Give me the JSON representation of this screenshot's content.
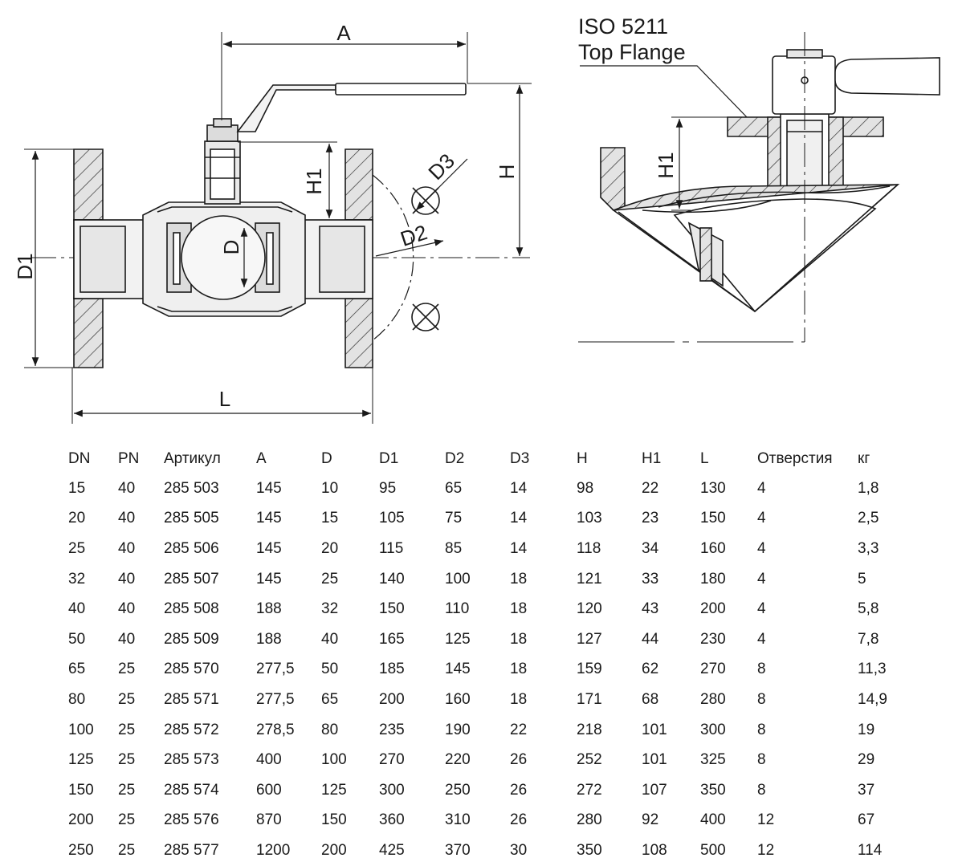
{
  "drawing": {
    "labels": {
      "A": "A",
      "H": "H",
      "H1": "H1",
      "D1": "D1",
      "D": "D",
      "D2": "D2",
      "D3": "D3",
      "L": "L",
      "detail_H1": "H1",
      "iso_line1": "ISO 5211",
      "iso_line2": "Top Flange"
    }
  },
  "table": {
    "headers": [
      "DN",
      "PN",
      "Артикул",
      "A",
      "D",
      "D1",
      "D2",
      "D3",
      "H",
      "H1",
      "L",
      "Отверстия",
      "кг"
    ],
    "rows": [
      [
        "15",
        "40",
        "285 503",
        "145",
        "10",
        "95",
        "65",
        "14",
        "98",
        "22",
        "130",
        "4",
        "1,8"
      ],
      [
        "20",
        "40",
        "285 505",
        "145",
        "15",
        "105",
        "75",
        "14",
        "103",
        "23",
        "150",
        "4",
        "2,5"
      ],
      [
        "25",
        "40",
        "285 506",
        "145",
        "20",
        "115",
        "85",
        "14",
        "118",
        "34",
        "160",
        "4",
        "3,3"
      ],
      [
        "32",
        "40",
        "285 507",
        "145",
        "25",
        "140",
        "100",
        "18",
        "121",
        "33",
        "180",
        "4",
        "5"
      ],
      [
        "40",
        "40",
        "285 508",
        "188",
        "32",
        "150",
        "110",
        "18",
        "120",
        "43",
        "200",
        "4",
        "5,8"
      ],
      [
        "50",
        "40",
        "285 509",
        "188",
        "40",
        "165",
        "125",
        "18",
        "127",
        "44",
        "230",
        "4",
        "7,8"
      ],
      [
        "65",
        "25",
        "285 570",
        "277,5",
        "50",
        "185",
        "145",
        "18",
        "159",
        "62",
        "270",
        "8",
        "11,3"
      ],
      [
        "80",
        "25",
        "285 571",
        "277,5",
        "65",
        "200",
        "160",
        "18",
        "171",
        "68",
        "280",
        "8",
        "14,9"
      ],
      [
        "100",
        "25",
        "285 572",
        "278,5",
        "80",
        "235",
        "190",
        "22",
        "218",
        "101",
        "300",
        "8",
        "19"
      ],
      [
        "125",
        "25",
        "285 573",
        "400",
        "100",
        "270",
        "220",
        "26",
        "252",
        "101",
        "325",
        "8",
        "29"
      ],
      [
        "150",
        "25",
        "285 574",
        "600",
        "125",
        "300",
        "250",
        "26",
        "272",
        "107",
        "350",
        "8",
        "37"
      ],
      [
        "200",
        "25",
        "285 576",
        "870",
        "150",
        "360",
        "310",
        "26",
        "280",
        "92",
        "400",
        "12",
        "67"
      ],
      [
        "250",
        "25",
        "285 577",
        "1200",
        "200",
        "425",
        "370",
        "30",
        "350",
        "108",
        "500",
        "12",
        "114"
      ]
    ]
  }
}
